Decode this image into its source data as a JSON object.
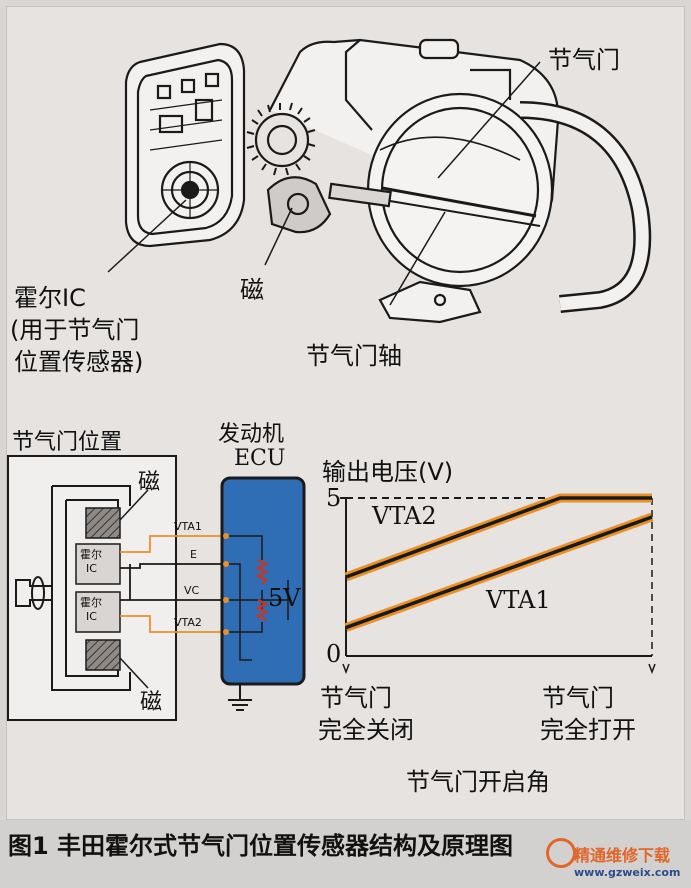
{
  "figure": {
    "caption": "图1 丰田霍尔式节气门位置传感器结构及原理图",
    "watermark_cn": "精通维修下载",
    "watermark_url": "www.gzweix.com",
    "colors": {
      "ecu_blue": "#2f6db5",
      "trace_orange": "#e8902a",
      "trace_red": "#c0392b",
      "line_dark": "#1a1a1a",
      "background": "#e6e3e1"
    }
  },
  "illustration": {
    "labels": {
      "throttle_valve": "节气门",
      "hall_ic": "霍尔IC",
      "hall_ic_note_1": "(用于节气门",
      "hall_ic_note_2": "位置传感器)",
      "magnet": "磁",
      "throttle_shaft": "节气门轴"
    }
  },
  "circuit": {
    "title": "节气门位置",
    "ecu_title_1": "发动机",
    "ecu_title_2": "ECU",
    "magnet_top": "磁",
    "magnet_bottom": "磁",
    "hall1_1": "霍尔",
    "hall1_2": "IC",
    "hall2_1": "霍尔",
    "hall2_2": "IC",
    "wires": [
      "VTA1",
      "E",
      "VC",
      "VTA2"
    ],
    "supply": "5V"
  },
  "chart_data": {
    "type": "line",
    "ylabel": "输出电压(V)",
    "xlabel": "节气门开启角",
    "yticks": [
      "0",
      "5"
    ],
    "ylim": [
      0,
      5
    ],
    "x_start_label_1": "节气门",
    "x_start_label_2": "完全关闭",
    "x_end_label_1": "节气门",
    "x_end_label_2": "完全打开",
    "series": [
      {
        "name": "VTA2",
        "x": [
          0,
          0.7,
          1.0
        ],
        "y": [
          2.5,
          5.0,
          5.0
        ]
      },
      {
        "name": "VTA1",
        "x": [
          0,
          1.0
        ],
        "y": [
          0.9,
          4.4
        ]
      }
    ]
  }
}
